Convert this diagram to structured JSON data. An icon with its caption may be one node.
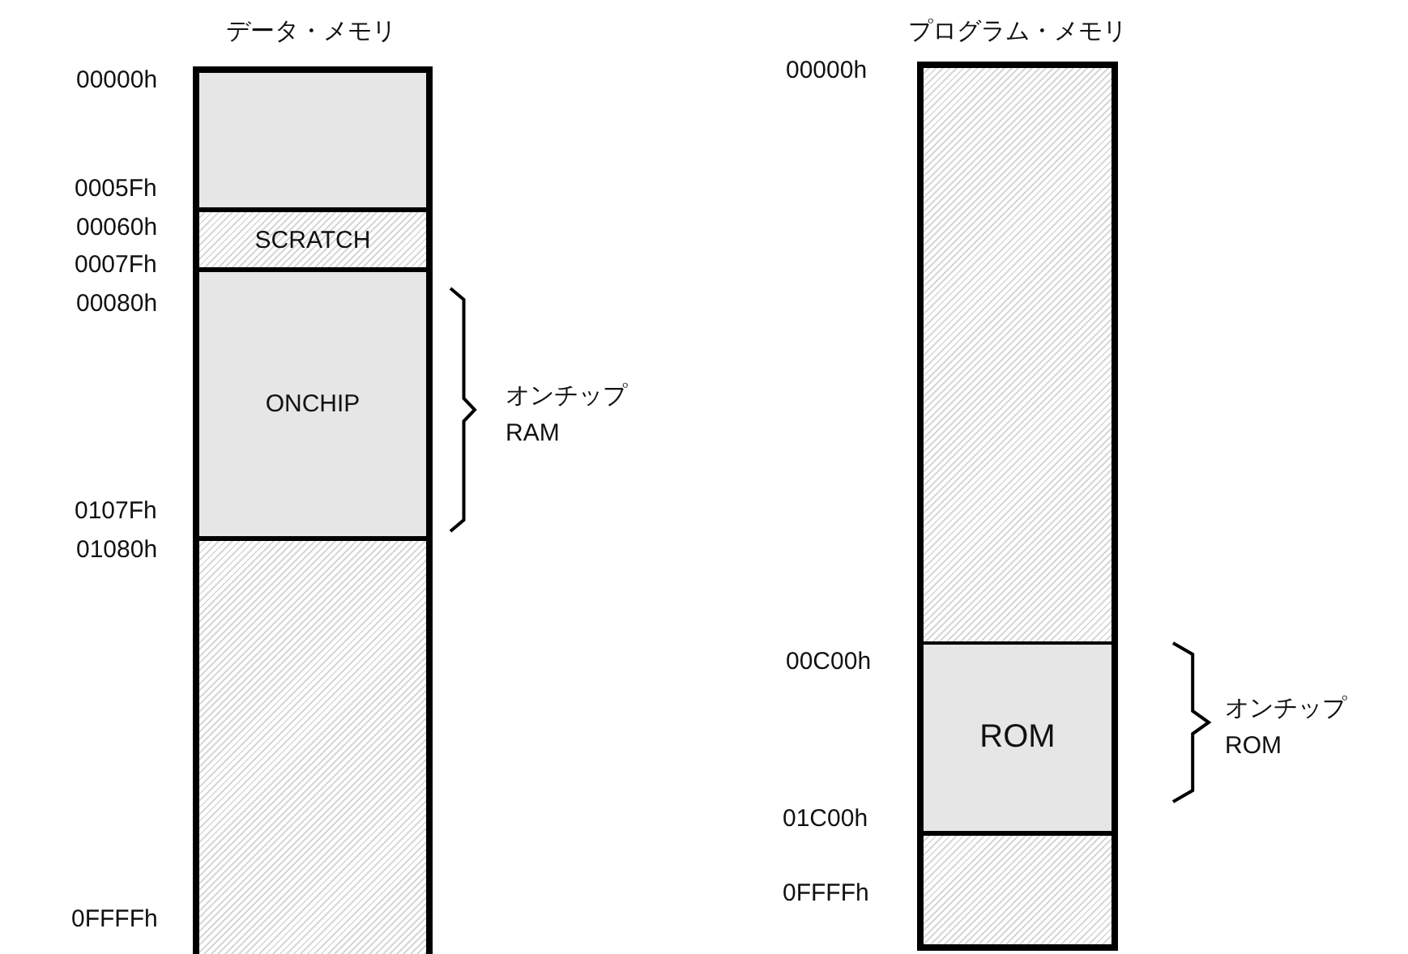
{
  "diagram": {
    "nodes": [
      {
        "text": [
          "データ・メモリ"
        ]
      },
      {
        "text": [],
        "shape": "box",
        "in": 0
      },
      {
        "text": [
          "SCRATCH"
        ],
        "in": 0
      },
      {
        "text": [
          "ONCHIP"
        ],
        "in": 0
      },
      {
        "text": [],
        "shape": "box",
        "in": 0
      },
      {
        "text": [
          "プログラム・メモリ"
        ]
      },
      {
        "text": [],
        "shape": "box",
        "in": 5
      },
      {
        "text": [
          "ROM"
        ],
        "in": 5
      },
      {
        "text": [],
        "shape": "box",
        "in": 5
      }
    ],
    "edges": [],
    "labels": [
      "00000h",
      "0005Fh",
      "00060h",
      "0007Fh",
      "00080h",
      "0107Fh",
      "01080h",
      "0FFFFh",
      "00000h",
      "00C00h",
      "01C00h",
      "0FFFFh",
      "オンチップ RAM",
      "オンチップ ROM"
    ]
  }
}
